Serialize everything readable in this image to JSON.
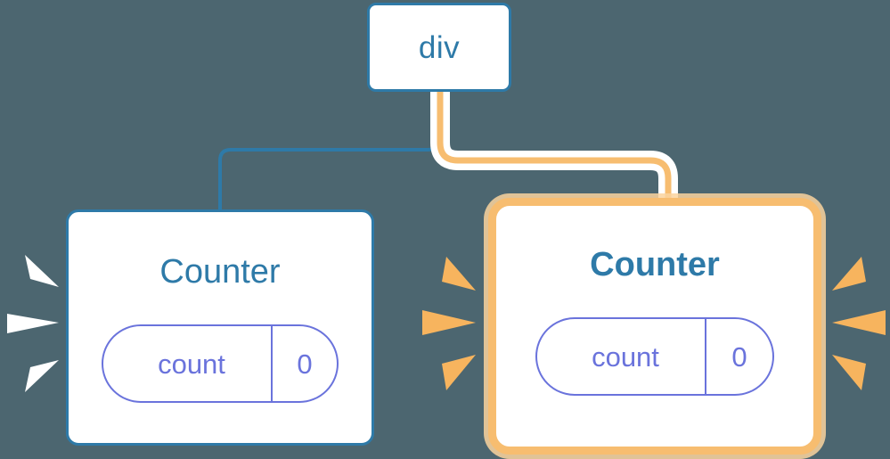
{
  "diagram": {
    "type": "component-tree",
    "background_color": "#4c6670",
    "root": {
      "label": "div",
      "border_color": "#2e7aa8",
      "text_color": "#2e7aa8"
    },
    "nodes": [
      {
        "id": "counter-left",
        "title": "Counter",
        "highlighted": false,
        "border_color": "#2e7aa8",
        "title_color": "#2e7aa8",
        "state": {
          "key": "count",
          "value": "0",
          "color": "#6a73dc"
        },
        "sparkle_color": "#ffffff"
      },
      {
        "id": "counter-right",
        "title": "Counter",
        "highlighted": true,
        "border_color": "#f7bd70",
        "title_color": "#2e7aa8",
        "state": {
          "key": "count",
          "value": "0",
          "color": "#6a73dc"
        },
        "sparkle_color": "#f7b45e"
      }
    ],
    "edges": [
      {
        "id": "edge-div-to-left-counter",
        "from": "div",
        "to": "counter-left",
        "color": "#2e7aa8",
        "highlighted": false
      },
      {
        "id": "edge-div-to-right-counter",
        "from": "div",
        "to": "counter-right",
        "color": "#f7bd70",
        "halo_color": "#ffffff",
        "highlighted": true
      }
    ]
  }
}
